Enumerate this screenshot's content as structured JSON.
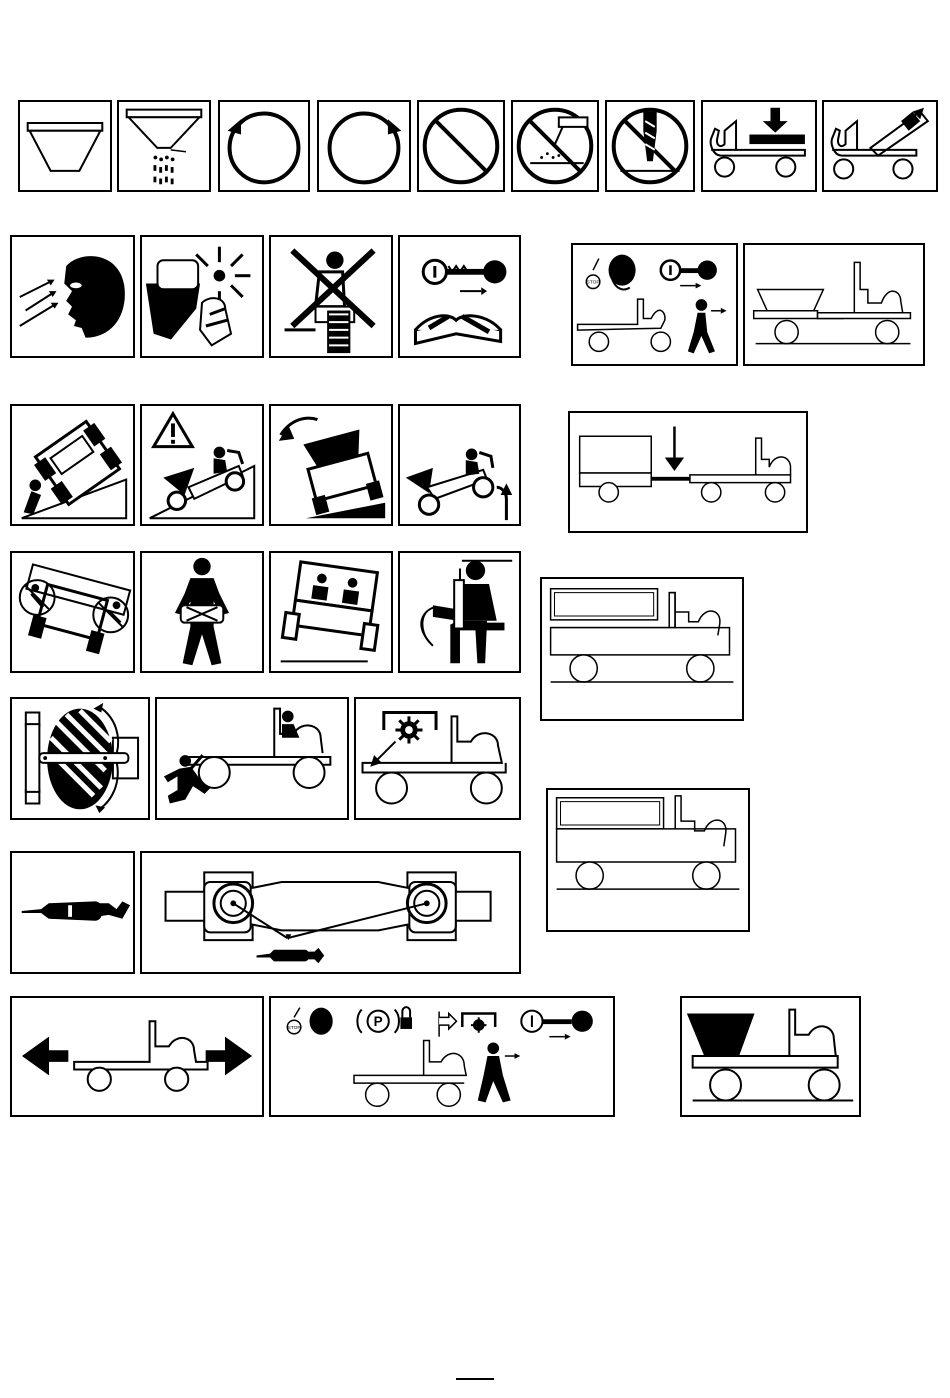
{
  "page": {
    "type": "safety-symbol-sheet",
    "footer": "rule"
  },
  "colors": {
    "ink": "#000000",
    "paper": "#ffffff"
  },
  "symbols": {
    "hopper_open_text": "STOP",
    "park_text": "P",
    "stop_text_2": "STOP"
  },
  "icons": [
    "hopper-icon",
    "hopper-spreading-icon",
    "rotate-clockwise-icon",
    "rotate-counterclockwise-icon",
    "prohibited-icon",
    "no-welding-icon",
    "no-drilling-icon",
    "lower-bed-icon",
    "raise-bed-icon",
    "face-inhalation-hazard-icon",
    "explosion-hazard-icon",
    "no-passenger-icon",
    "read-manual-key-icon",
    "stop-remove-key-icon",
    "tow-hopper-icon",
    "rollover-slope-icon",
    "slope-warning-icon",
    "tip-over-icon",
    "slope-climb-icon",
    "hitch-weight-icon",
    "rollover-crush-icon",
    "seat-belt-icon",
    "rops-cab-icon",
    "operator-seated-icon",
    "truck-side-view-icon",
    "spinner-guard-icon",
    "runover-hazard-icon",
    "drive-engaged-icon",
    "truck-side-view-icon",
    "grease-gun-icon",
    "driveshaft-lubrication-icon",
    "truck-side-view-icon",
    "forward-reverse-icon",
    "park-stop-shutdown-icon",
    "hopper-vehicle-icon"
  ]
}
